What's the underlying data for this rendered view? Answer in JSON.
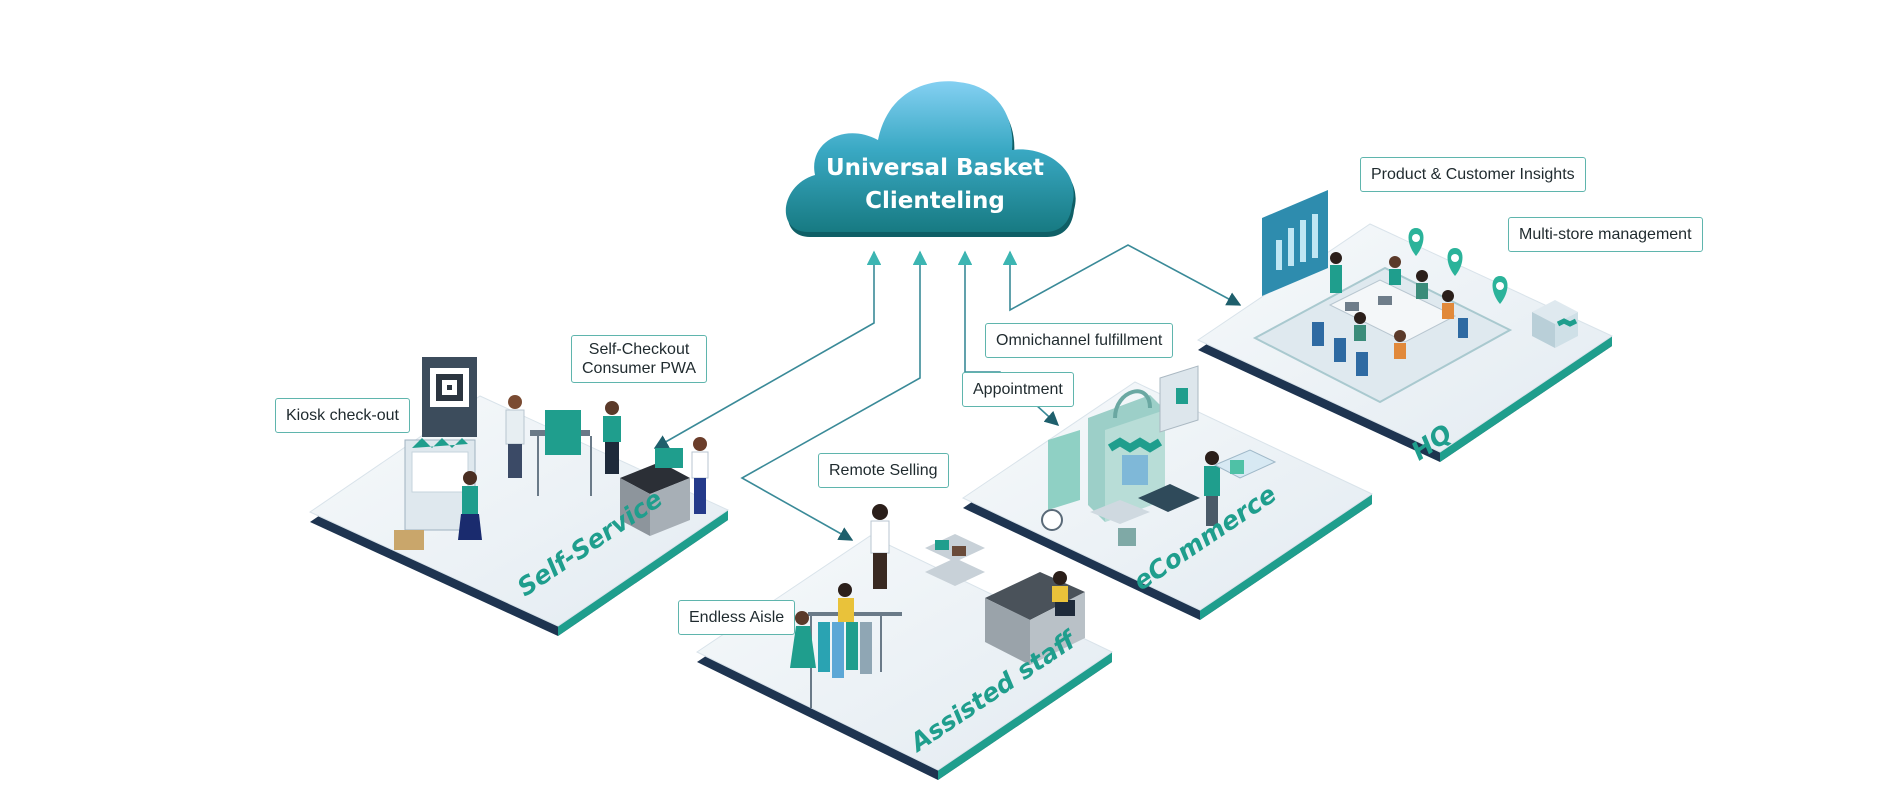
{
  "cloud": {
    "line1": "Universal Basket",
    "line2": "Clienteling"
  },
  "platforms": {
    "self_service": "Self-Service",
    "assisted_staff": "Assisted staff",
    "ecommerce": "eCommerce",
    "hq": "HQ"
  },
  "callouts": {
    "kiosk": "Kiosk check-out",
    "self_checkout_line1": "Self-Checkout",
    "self_checkout_line2": "Consumer PWA",
    "remote_selling": "Remote Selling",
    "endless_aisle": "Endless Aisle",
    "appointment": "Appointment",
    "omnichannel": "Omnichannel fulfillment",
    "insights": "Product & Customer Insights",
    "multistore": "Multi-store management"
  },
  "colors": {
    "teal": "#1f9e8d",
    "teal_dark": "#146e72",
    "navy": "#1e3450",
    "cloud_top": "#7cc9ef",
    "cloud_bottom": "#1b7e86",
    "platform_top": "#eef3f7",
    "callout_border": "#5fb5ad"
  }
}
